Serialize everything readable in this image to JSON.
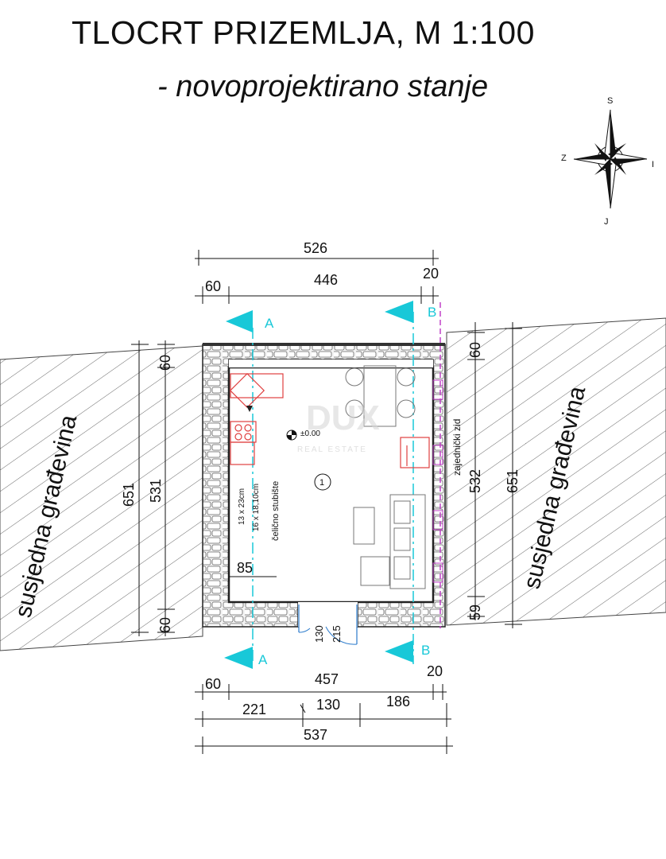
{
  "title": "TLOCRT PRIZEMLJA, M 1:100",
  "subtitle": "- novoprojektirano stanje",
  "compass": {
    "north": "S",
    "south": "J",
    "west": "Z",
    "east": "I"
  },
  "neighbors": {
    "left": "susjedna građevina",
    "right": "susjedna građevina"
  },
  "sections": {
    "a": "A",
    "b": "B"
  },
  "dimensions": {
    "top_total": "526",
    "top_wall": "60",
    "top_inner": "446",
    "top_right": "20",
    "left_total": "651",
    "left_inner": "531",
    "left_top": "60",
    "left_bottom": "60",
    "right_total": "651",
    "right_inner": "532",
    "right_top": "60",
    "right_bottom": "59",
    "bottom_wall": "60",
    "bottom_inner": "457",
    "bottom_right": "20",
    "bottom_seg1": "221",
    "bottom_seg2": "130",
    "bottom_seg3": "186",
    "bottom_total": "537",
    "door_width": "130",
    "door_height": "215",
    "stair_offset": "85"
  },
  "labels": {
    "level": "±0.00",
    "room_number": "1",
    "stairs": "čelično stubište",
    "stairs_dims_1": "13 x 23cm",
    "stairs_dims_2": "16 x 18,10cm",
    "shared_wall": "zajednički zid"
  },
  "watermark": {
    "brand": "DUX",
    "sub": "REAL ESTATE"
  },
  "colors": {
    "section_line": "#18c8d8",
    "shared_wall": "#c040c8",
    "stairs": "#e04040",
    "wall_fill": "#8a8a8a"
  }
}
